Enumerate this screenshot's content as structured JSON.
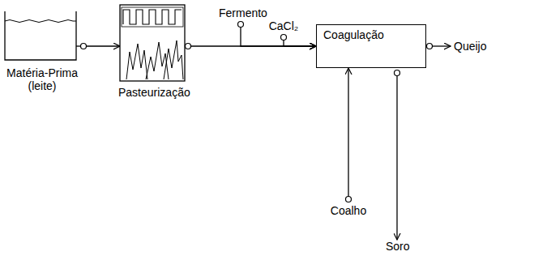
{
  "diagram": {
    "nodes": [
      {
        "text": [
          "Matéria-Prima (leite)"
        ]
      },
      {
        "text": [
          "Pasteurização"
        ]
      },
      {
        "text": [
          "Fermento"
        ]
      },
      {
        "text": [
          "CaCl₂"
        ]
      },
      {
        "text": [
          "Coagulação"
        ]
      },
      {
        "text": [
          "Queijo"
        ]
      },
      {
        "text": [
          "Coalho"
        ]
      },
      {
        "text": [
          "Soro"
        ]
      }
    ],
    "edges": [
      {
        "from": 0,
        "to": 1,
        "arrow": "to"
      },
      {
        "from": 1,
        "to": 4,
        "arrow": "to"
      },
      {
        "from": 2,
        "to": 4,
        "arrow": "to"
      },
      {
        "from": 3,
        "to": 4,
        "arrow": "to"
      },
      {
        "from": 6,
        "to": 4,
        "arrow": "to"
      },
      {
        "from": 4,
        "to": 5,
        "arrow": "to"
      },
      {
        "from": 4,
        "to": 7,
        "arrow": "to"
      }
    ]
  }
}
